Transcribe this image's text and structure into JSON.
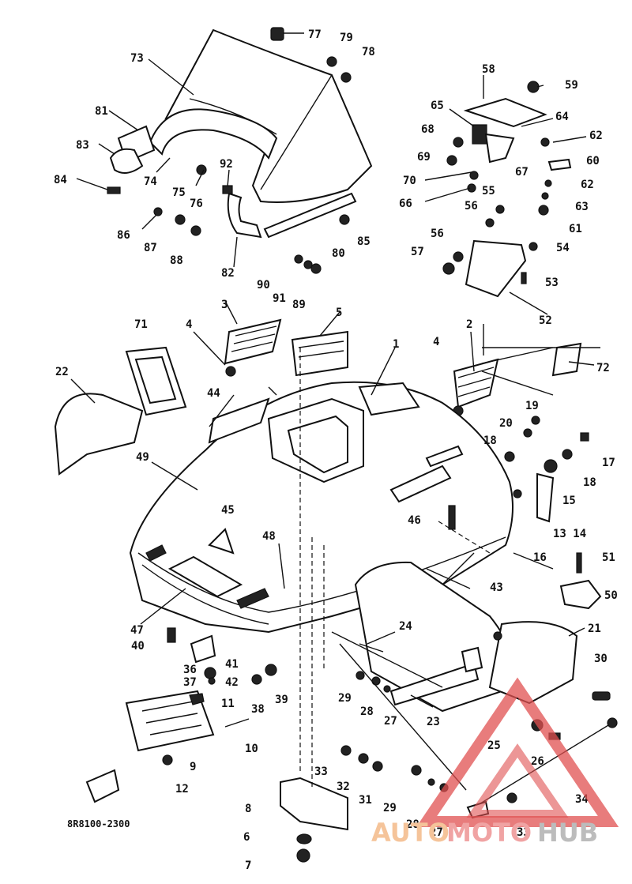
{
  "diagram": {
    "drawing_code": "8R8100-2300",
    "watermark": {
      "part1": "AUTO",
      "part2": "MOTO",
      "part3": "HUB",
      "triangle_color": "#e05050",
      "text_color_auto": "#f5b884",
      "text_color_hub": "#aaaaaa"
    },
    "callouts": [
      {
        "id": "c73",
        "text": "73"
      },
      {
        "id": "c77",
        "text": "77"
      },
      {
        "id": "c79",
        "text": "79"
      },
      {
        "id": "c78",
        "text": "78"
      },
      {
        "id": "c81",
        "text": "81"
      },
      {
        "id": "c83",
        "text": "83"
      },
      {
        "id": "c84",
        "text": "84"
      },
      {
        "id": "c74",
        "text": "74"
      },
      {
        "id": "c75",
        "text": "75"
      },
      {
        "id": "c92",
        "text": "92"
      },
      {
        "id": "c76",
        "text": "76"
      },
      {
        "id": "c86",
        "text": "86"
      },
      {
        "id": "c87",
        "text": "87"
      },
      {
        "id": "c88",
        "text": "88"
      },
      {
        "id": "c82",
        "text": "82"
      },
      {
        "id": "c90",
        "text": "90"
      },
      {
        "id": "c91",
        "text": "91"
      },
      {
        "id": "c89",
        "text": "89"
      },
      {
        "id": "c80",
        "text": "80"
      },
      {
        "id": "c85",
        "text": "85"
      },
      {
        "id": "c58",
        "text": "58"
      },
      {
        "id": "c59",
        "text": "59"
      },
      {
        "id": "c65",
        "text": "65"
      },
      {
        "id": "c64",
        "text": "64"
      },
      {
        "id": "c68",
        "text": "68"
      },
      {
        "id": "c62a",
        "text": "62"
      },
      {
        "id": "c69",
        "text": "69"
      },
      {
        "id": "c60",
        "text": "60"
      },
      {
        "id": "c70",
        "text": "70"
      },
      {
        "id": "c67",
        "text": "67"
      },
      {
        "id": "c62b",
        "text": "62"
      },
      {
        "id": "c66",
        "text": "66"
      },
      {
        "id": "c55",
        "text": "55"
      },
      {
        "id": "c63",
        "text": "63"
      },
      {
        "id": "c56a",
        "text": "56"
      },
      {
        "id": "c61",
        "text": "61"
      },
      {
        "id": "c56b",
        "text": "56"
      },
      {
        "id": "c54",
        "text": "54"
      },
      {
        "id": "c57",
        "text": "57"
      },
      {
        "id": "c53",
        "text": "53"
      },
      {
        "id": "c52",
        "text": "52"
      },
      {
        "id": "c3",
        "text": "3"
      },
      {
        "id": "c5",
        "text": "5"
      },
      {
        "id": "c71",
        "text": "71"
      },
      {
        "id": "c4a",
        "text": "4"
      },
      {
        "id": "c1",
        "text": "1"
      },
      {
        "id": "c4b",
        "text": "4"
      },
      {
        "id": "c2",
        "text": "2"
      },
      {
        "id": "c72",
        "text": "72"
      },
      {
        "id": "c22",
        "text": "22"
      },
      {
        "id": "c44",
        "text": "44"
      },
      {
        "id": "c19",
        "text": "19"
      },
      {
        "id": "c20",
        "text": "20"
      },
      {
        "id": "c18a",
        "text": "18"
      },
      {
        "id": "c17",
        "text": "17"
      },
      {
        "id": "c49",
        "text": "49"
      },
      {
        "id": "c18b",
        "text": "18"
      },
      {
        "id": "c15",
        "text": "15"
      },
      {
        "id": "c45",
        "text": "45"
      },
      {
        "id": "c46",
        "text": "46"
      },
      {
        "id": "c1314",
        "text": "13 14"
      },
      {
        "id": "c48",
        "text": "48"
      },
      {
        "id": "c16",
        "text": "16"
      },
      {
        "id": "c51",
        "text": "51"
      },
      {
        "id": "c43",
        "text": "43"
      },
      {
        "id": "c50",
        "text": "50"
      },
      {
        "id": "c47",
        "text": "47"
      },
      {
        "id": "c24",
        "text": "24"
      },
      {
        "id": "c21",
        "text": "21"
      },
      {
        "id": "c40",
        "text": "40"
      },
      {
        "id": "c36",
        "text": "36"
      },
      {
        "id": "c41",
        "text": "41"
      },
      {
        "id": "c37",
        "text": "37"
      },
      {
        "id": "c42",
        "text": "42"
      },
      {
        "id": "c30",
        "text": "30"
      },
      {
        "id": "c38",
        "text": "38"
      },
      {
        "id": "c39",
        "text": "39"
      },
      {
        "id": "c29a",
        "text": "29"
      },
      {
        "id": "c28a",
        "text": "28"
      },
      {
        "id": "c27a",
        "text": "27"
      },
      {
        "id": "c11",
        "text": "11"
      },
      {
        "id": "c23",
        "text": "23"
      },
      {
        "id": "c25",
        "text": "25"
      },
      {
        "id": "c10",
        "text": "10"
      },
      {
        "id": "c26",
        "text": "26"
      },
      {
        "id": "c9",
        "text": "9"
      },
      {
        "id": "c33a",
        "text": "33"
      },
      {
        "id": "c32",
        "text": "32"
      },
      {
        "id": "c31",
        "text": "31"
      },
      {
        "id": "c12",
        "text": "12"
      },
      {
        "id": "c29b",
        "text": "29"
      },
      {
        "id": "c34",
        "text": "34"
      },
      {
        "id": "c8",
        "text": "8"
      },
      {
        "id": "c28b",
        "text": "28"
      },
      {
        "id": "c27b",
        "text": "27"
      },
      {
        "id": "c33b",
        "text": "33"
      },
      {
        "id": "c6",
        "text": "6"
      },
      {
        "id": "c7",
        "text": "7"
      }
    ]
  }
}
